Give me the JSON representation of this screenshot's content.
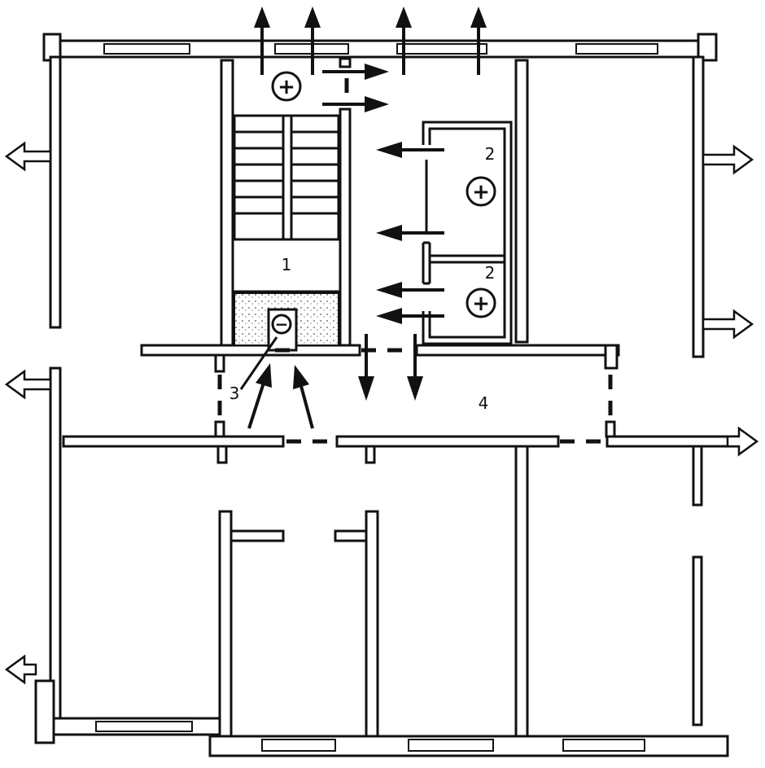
{
  "labels": {
    "stair_room": "1",
    "zone_a": "2",
    "zone_b": "2",
    "vent": "3",
    "corridor": "4"
  },
  "symbols": {
    "plus": "+",
    "minus": "−"
  },
  "colors": {
    "ink": "#111111",
    "paper": "#ffffff"
  }
}
